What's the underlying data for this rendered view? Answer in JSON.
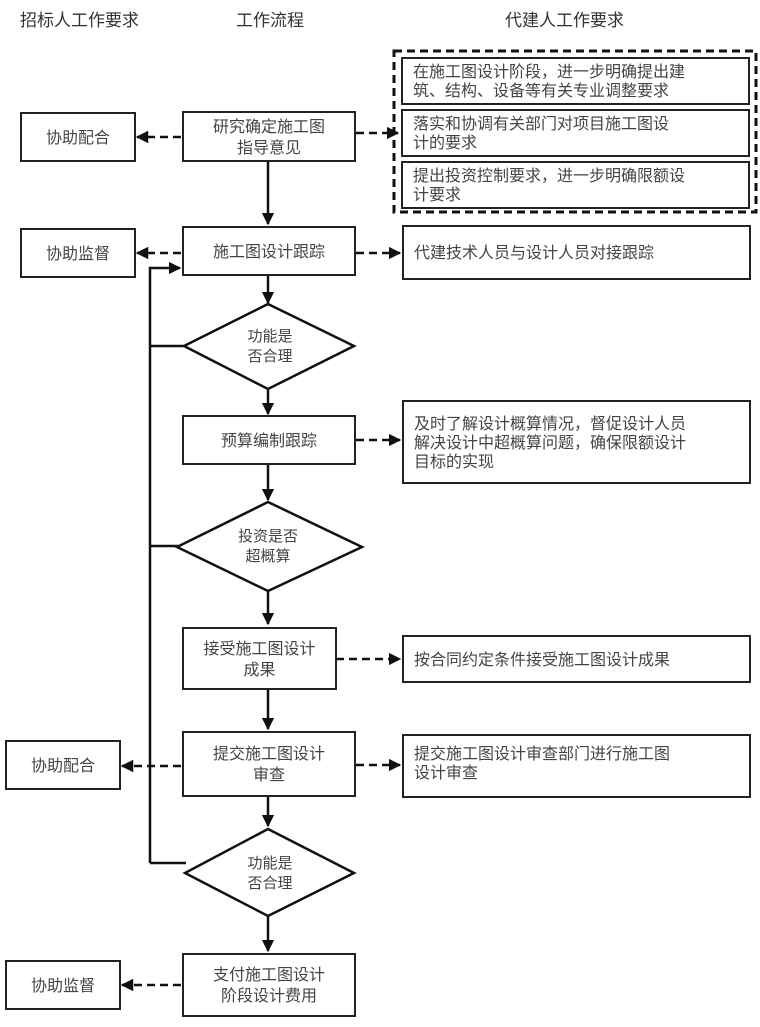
{
  "columns": {
    "left": "招标人工作要求",
    "center": "工作流程",
    "right": "代建人工作要求"
  },
  "steps": [
    {
      "center": "研究确定施工图\n指导意见",
      "left": "协助配合",
      "right": [
        "在施工图设计阶段，进一步明确提出建\n筑、结构、设备等有关专业调整要求",
        "落实和协调有关部门对项目施工图设\n计的要求",
        "提出投资控制要求，进一步明确限额设\n计要求"
      ]
    },
    {
      "center": "施工图设计跟踪",
      "left": "协助监督",
      "right": "代建技术人员与设计人员对接跟踪"
    },
    {
      "decision": "功能是\n否合理"
    },
    {
      "center": "预算编制跟踪",
      "right": "及时了解设计概算情况，督促设计人员\n解决设计中超概算问题，确保限额设计\n目标的实现"
    },
    {
      "decision": "投资是否\n超概算"
    },
    {
      "center": "接受施工图设计\n成果",
      "right": "按合同约定条件接受施工图设计成果"
    },
    {
      "center": "提交施工图设计\n审查",
      "left": "协助配合",
      "right": "提交施工图设计审查部门进行施工图\n设计审查"
    },
    {
      "decision": "功能是\n否合理"
    },
    {
      "center": "支付施工图设计\n阶段设计费用",
      "left": "协助监督"
    }
  ]
}
